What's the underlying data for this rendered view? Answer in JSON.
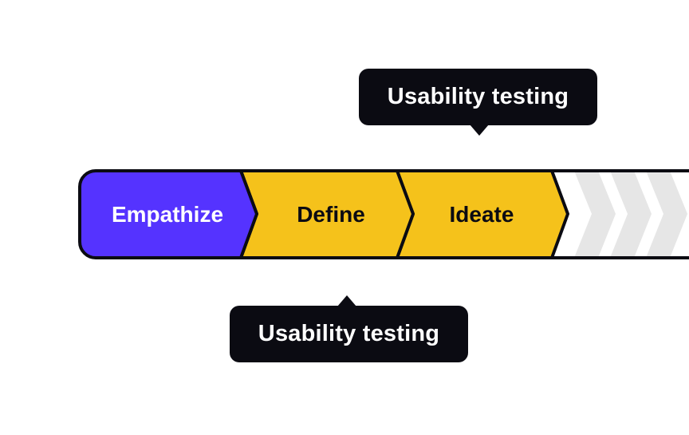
{
  "tooltips": {
    "top": "Usability testing",
    "bottom": "Usability testing"
  },
  "stages": [
    {
      "label": "Empathize",
      "fill": "#5533ff",
      "text_color": "#ffffff"
    },
    {
      "label": "Define",
      "fill": "#f5c21b",
      "text_color": "#0b0b12"
    },
    {
      "label": "Ideate",
      "fill": "#f5c21b",
      "text_color": "#0b0b12"
    }
  ],
  "colors": {
    "outline": "#0b0b12",
    "placeholder_chevron": "#e6e6e6",
    "track_background": "#ffffff"
  },
  "placeholder_chevron_count": 3
}
